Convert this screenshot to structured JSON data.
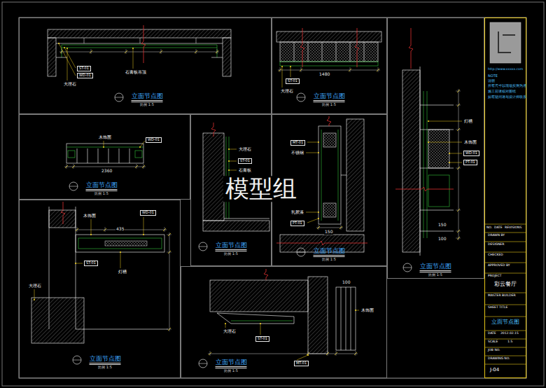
{
  "diagram": {
    "nodes": [
      {
        "text": [
          "立面节点图",
          "比例 1:5"
        ]
      },
      {
        "text": [
          "ST-01"
        ],
        "in": 0
      },
      {
        "text": [
          "WD-01"
        ],
        "in": 0
      },
      {
        "text": [
          "立面节点图",
          "比例 1:5"
        ]
      },
      {
        "text": [
          "ST-01"
        ],
        "in": 3
      },
      {
        "text": [
          "立面节点图",
          "比例 1:5"
        ]
      },
      {
        "text": [
          "WD-01"
        ],
        "in": 5
      },
      {
        "text": [
          "PT-01"
        ],
        "in": 5
      },
      {
        "text": [
          "立面节点图",
          "比例 1:5"
        ]
      },
      {
        "text": [
          "WD-01"
        ],
        "in": 8
      },
      {
        "text": [
          "立面节点图",
          "比例 1:5"
        ]
      },
      {
        "text": [
          "ST-01"
        ],
        "in": 10
      },
      {
        "text": [
          "立面节点图",
          "比例 1:5"
        ]
      },
      {
        "text": [
          "MT-01"
        ],
        "in": 12
      },
      {
        "text": [
          "PT-01"
        ],
        "in": 12
      },
      {
        "text": [
          "立面节点图",
          "比例 1:5"
        ]
      },
      {
        "text": [
          "WD-01"
        ],
        "in": 15
      },
      {
        "text": [
          "ST-01"
        ],
        "in": 15
      },
      {
        "text": [
          "立面节点图",
          "比例 1:5"
        ]
      },
      {
        "text": [
          "MT-01"
        ],
        "in": 18
      },
      {
        "text": [
          "ST-01"
        ],
        "in": 18
      },
      {
        "text": [
          "http://www.xxxxx.com",
          "NOTE",
          "说明",
          "所有尺寸以现场实测为准",
          "施工前请核对图纸",
          "如有疑问请与设计师联系",
          "NO.",
          "DATE",
          "REVISIONS",
          "DRAWN BY",
          "DESIGNER",
          "CHECKED",
          "APPROVED BY",
          "PROJECT",
          "彩云餐厅",
          "MASTER BUILDER",
          "SHEET TITLE",
          "立面节点图",
          "DATE",
          "2012.02.15",
          "SCALE",
          "1:5",
          "JOB NO.",
          "DRAWING NO.",
          "J-04"
        ]
      }
    ],
    "labels": [
      "模型组",
      "大理石",
      "石膏板吊顶",
      "大理石",
      "1480",
      "木饰面",
      "灯槽",
      "150",
      "100",
      "木饰面",
      "2360",
      "大理石",
      "石膏板",
      "不锈钢",
      "150",
      "乳胶漆",
      "大理石",
      "木饰面",
      "435",
      "灯槽",
      "大理石",
      "100",
      "木饰面"
    ]
  }
}
